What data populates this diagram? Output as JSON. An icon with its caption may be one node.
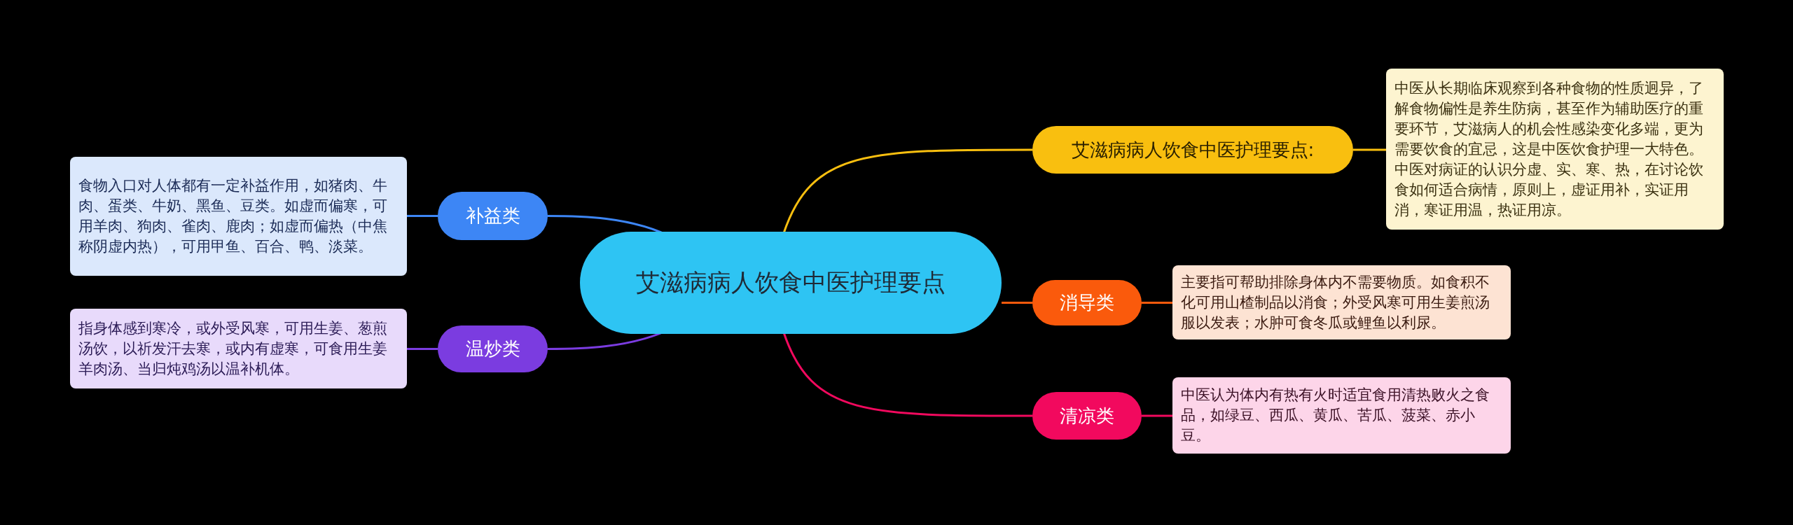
{
  "diagram": {
    "nodes": [
      {
        "text": [
          "艾滋病病人饮食中医护理要点"
        ]
      },
      {
        "text": [
          "补益类"
        ]
      },
      {
        "text": [
          "食物入口对人体都有一定补益作用，如猪肉、牛肉、蛋类、牛奶、黑鱼、豆类。如虚而偏寒，可用羊肉、狗肉、雀肉、鹿肉；如虚而偏热（中焦称阴虚内热），可用甲鱼、百合、鸭、淡菜。"
        ]
      },
      {
        "text": [
          "温炒类"
        ]
      },
      {
        "text": [
          "指身体感到寒冷，或外受风寒，可用生姜、葱煎汤饮，以祈发汗去寒，或内有虚寒，可食用生姜羊肉汤、当归炖鸡汤以温补机体。"
        ]
      },
      {
        "text": [
          "艾滋病病人饮食中医护理要点:"
        ]
      },
      {
        "text": [
          "中医从长期临床观察到各种食物的性质迥异，了解食物偏性是养生防病，甚至作为辅助医疗的重要环节，艾滋病人的机会性感染变化多端，更为需要饮食的宜忌，这是中医饮食护理一大特色。中医对病证的认识分虚、实、寒、热，在讨论饮食如何适合病情，原则上，虚证用补，实证用消，寒证用温，热证用凉。"
        ]
      },
      {
        "text": [
          "消导类"
        ]
      },
      {
        "text": [
          "主要指可帮助排除身体内不需要物质。如食积不化可用山楂制品以消食；外受风寒可用生姜煎汤服以发表；水肿可食冬瓜或鲤鱼以利尿。"
        ]
      },
      {
        "text": [
          "清凉类"
        ]
      },
      {
        "text": [
          "中医认为体内有热有火时适宜食用清热败火之食品，如绿豆、西瓜、黄瓜、苦瓜、菠菜、赤小豆。"
        ]
      }
    ],
    "edges": [
      {
        "from": 0,
        "to": 1,
        "arrow": "none",
        "color": "#3d86f5"
      },
      {
        "from": 1,
        "to": 2,
        "arrow": "none",
        "color": "#3d86f5"
      },
      {
        "from": 0,
        "to": 3,
        "arrow": "none",
        "color": "#7b3ce0"
      },
      {
        "from": 3,
        "to": 4,
        "arrow": "none",
        "color": "#7b3ce0"
      },
      {
        "from": 0,
        "to": 5,
        "arrow": "none",
        "color": "#f9bf0f"
      },
      {
        "from": 5,
        "to": 6,
        "arrow": "none",
        "color": "#f9bf0f"
      },
      {
        "from": 0,
        "to": 7,
        "arrow": "none",
        "color": "#fa5a0c"
      },
      {
        "from": 7,
        "to": 8,
        "arrow": "none",
        "color": "#fa5a0c"
      },
      {
        "from": 0,
        "to": 9,
        "arrow": "none",
        "color": "#f2095e"
      },
      {
        "from": 9,
        "to": 10,
        "arrow": "none",
        "color": "#f2095e"
      }
    ]
  }
}
